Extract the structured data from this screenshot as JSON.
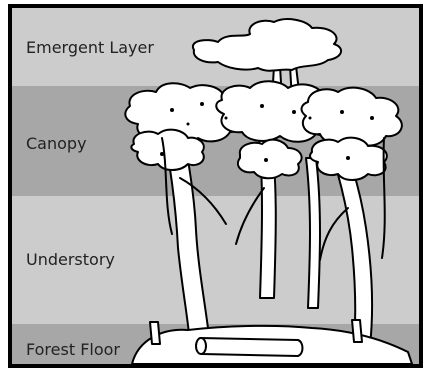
{
  "layers": [
    {
      "id": "emergent",
      "label": "Emergent Layer",
      "color": "#cccccc"
    },
    {
      "id": "canopy",
      "label": "Canopy",
      "color": "#a7a7a7"
    },
    {
      "id": "understory",
      "label": "Understory",
      "color": "#cccccc"
    },
    {
      "id": "floor",
      "label": "Forest Floor",
      "color": "#a7a7a7"
    }
  ],
  "colors": {
    "frame": "#000000",
    "ink": "#000000",
    "foliage": "#ffffff",
    "label_text": "#222222"
  }
}
